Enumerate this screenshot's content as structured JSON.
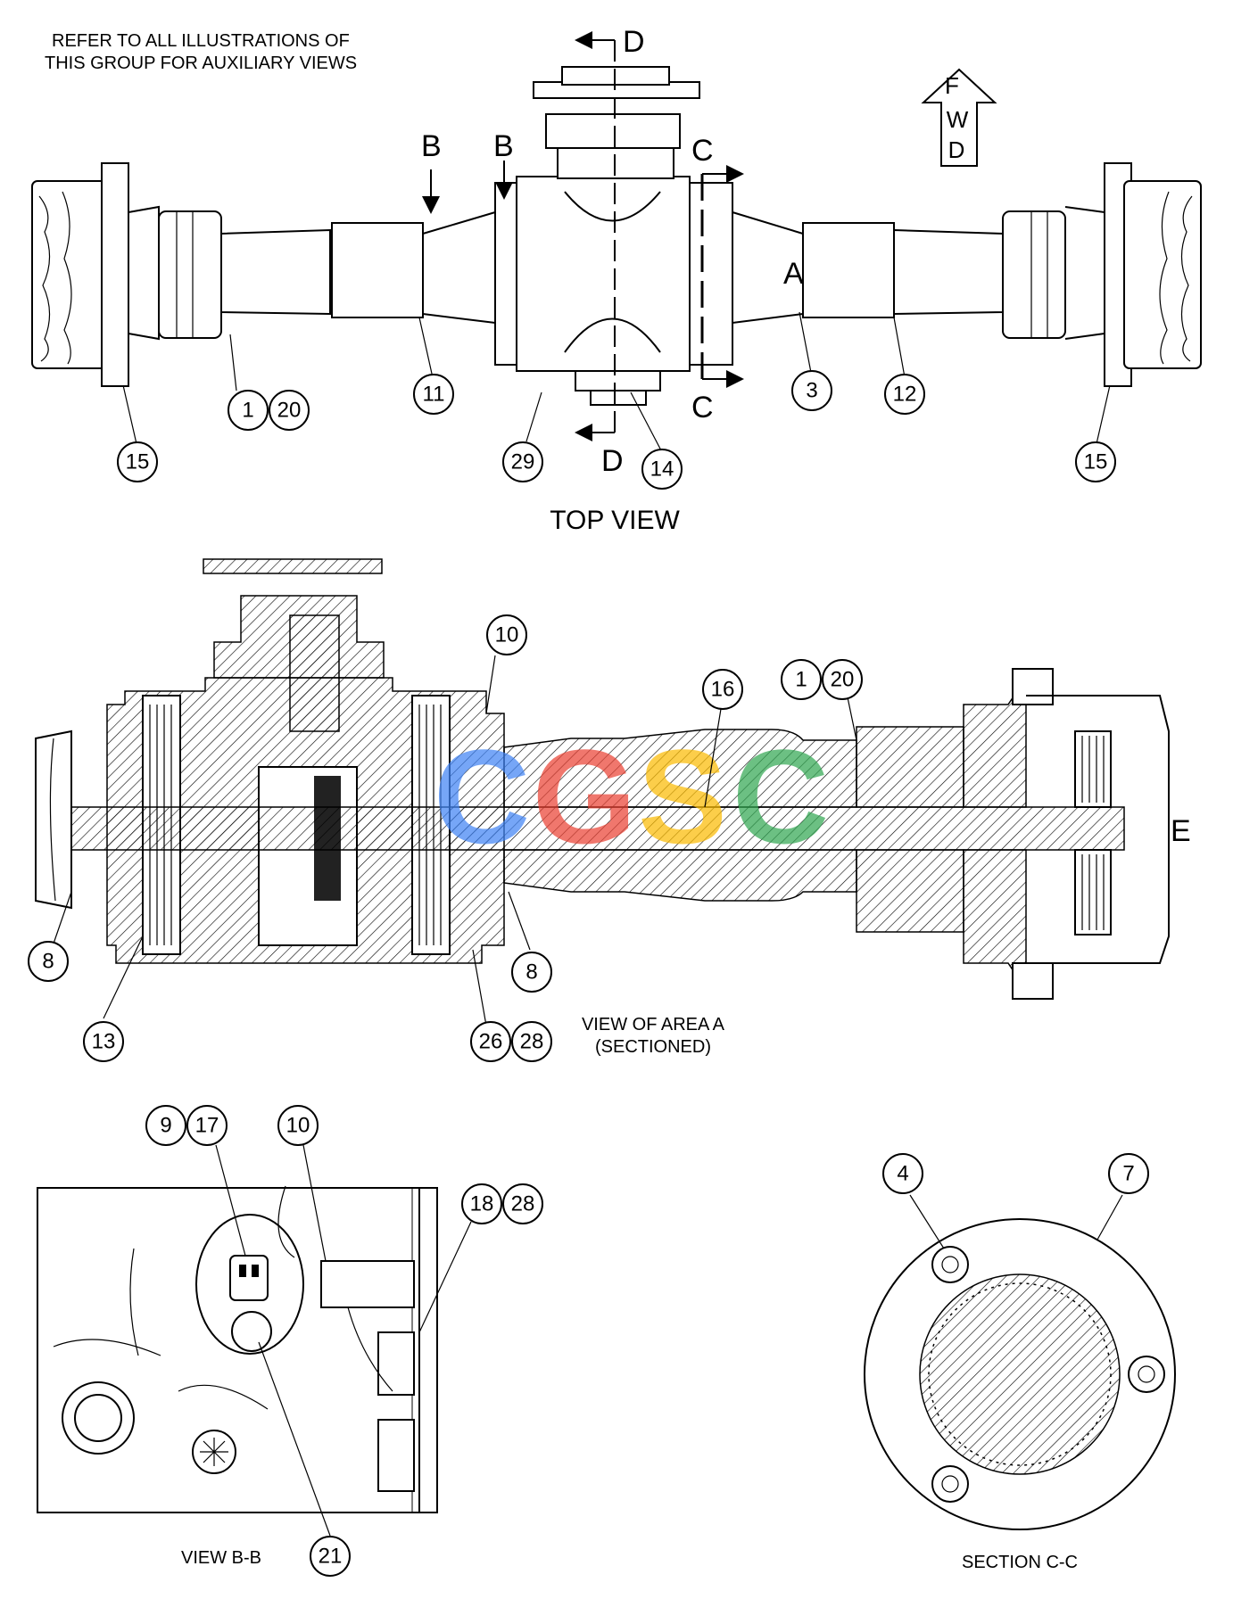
{
  "note": [
    "REFER TO ALL ILLUSTRATIONS OF",
    "THIS GROUP FOR AUXILIARY VIEWS"
  ],
  "fwd": [
    "F",
    "W",
    "D"
  ],
  "section_letters": {
    "b_left": "B",
    "b_right": "B",
    "c_top": "C",
    "c_bottom": "C",
    "d_top": "D",
    "d_bottom": "D",
    "a": "A",
    "e": "E"
  },
  "view_titles": {
    "top": "TOP VIEW",
    "area_a_1": "VIEW OF AREA  A",
    "area_a_2": "(SECTIONED)",
    "bb": "VIEW B-B",
    "cc": "SECTION C-C"
  },
  "callouts": {
    "top": [
      "1",
      "20",
      "11",
      "29",
      "14",
      "3",
      "12",
      "15",
      "15"
    ],
    "area_a": [
      "10",
      "16",
      "1",
      "20",
      "8",
      "13",
      "26",
      "28",
      "8"
    ],
    "bb": [
      "9",
      "17",
      "10",
      "18",
      "28",
      "21"
    ],
    "cc": [
      "4",
      "7"
    ]
  },
  "watermark": {
    "letters": [
      "C",
      "G",
      "S",
      "C"
    ],
    "colors": [
      "#4285f4",
      "#ea4335",
      "#fbbc05",
      "#34a853"
    ]
  }
}
